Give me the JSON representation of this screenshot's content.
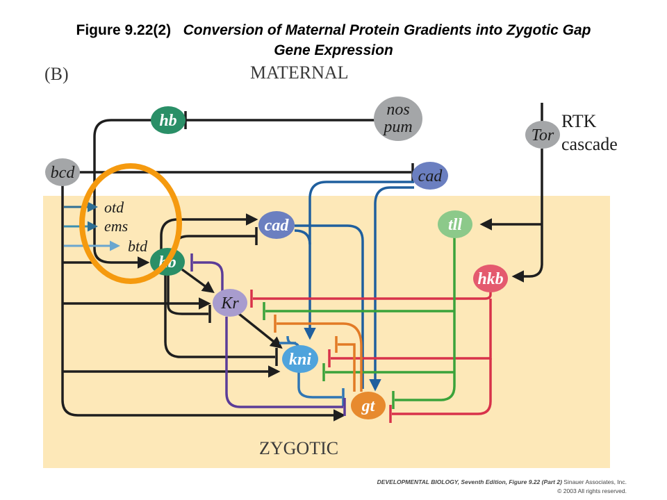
{
  "header": {
    "figure_number": "Figure 9.22(2)",
    "title_part1": "Conversion of Maternal Protein Gradients into Zygotic Gap",
    "title_part2": "Gene Expression"
  },
  "diagram": {
    "panel_label": "(B)",
    "maternal_label": "MATERNAL",
    "zygotic_label": "ZYGOTIC",
    "rtk_label_1": "RTK",
    "rtk_label_2": "cascade",
    "nodes": {
      "hb_maternal": "hb",
      "nos": "nos",
      "pum": "pum",
      "bcd": "bcd",
      "cad_maternal": "cad",
      "tor": "Tor",
      "cad_zygotic": "cad",
      "tll": "tll",
      "hb_zygotic": "hb",
      "hkb": "hkb",
      "kr": "Kr",
      "kni": "kni",
      "gt": "gt"
    },
    "head_genes": {
      "otd": "otd",
      "ems": "ems",
      "btd": "btd"
    },
    "colors": {
      "zygotic_background": "#fde8b8",
      "hb": "#2a8f67",
      "grey_node": "#a4a6a8",
      "cad": "#6b7fc0",
      "tll": "#8cc98a",
      "hkb": "#e45a6e",
      "kr": "#a89cce",
      "kni": "#4fa3dc",
      "gt": "#e78a2e",
      "highlight_circle": "#f59a0f",
      "line_black": "#1e1e1e",
      "line_blue": "#1f5f9e",
      "line_red": "#d8324a",
      "line_green": "#3ba33a",
      "line_orange": "#e27a25",
      "line_purple": "#5b3c98",
      "line_teal": "#2e77a5"
    }
  },
  "footer": {
    "book": "DEVELOPMENTAL BIOLOGY, Seventh Edition, Figure 9.22 (Part 2)",
    "publisher": "Sinauer Associates, Inc.",
    "copyright": "© 2003 All rights reserved."
  }
}
